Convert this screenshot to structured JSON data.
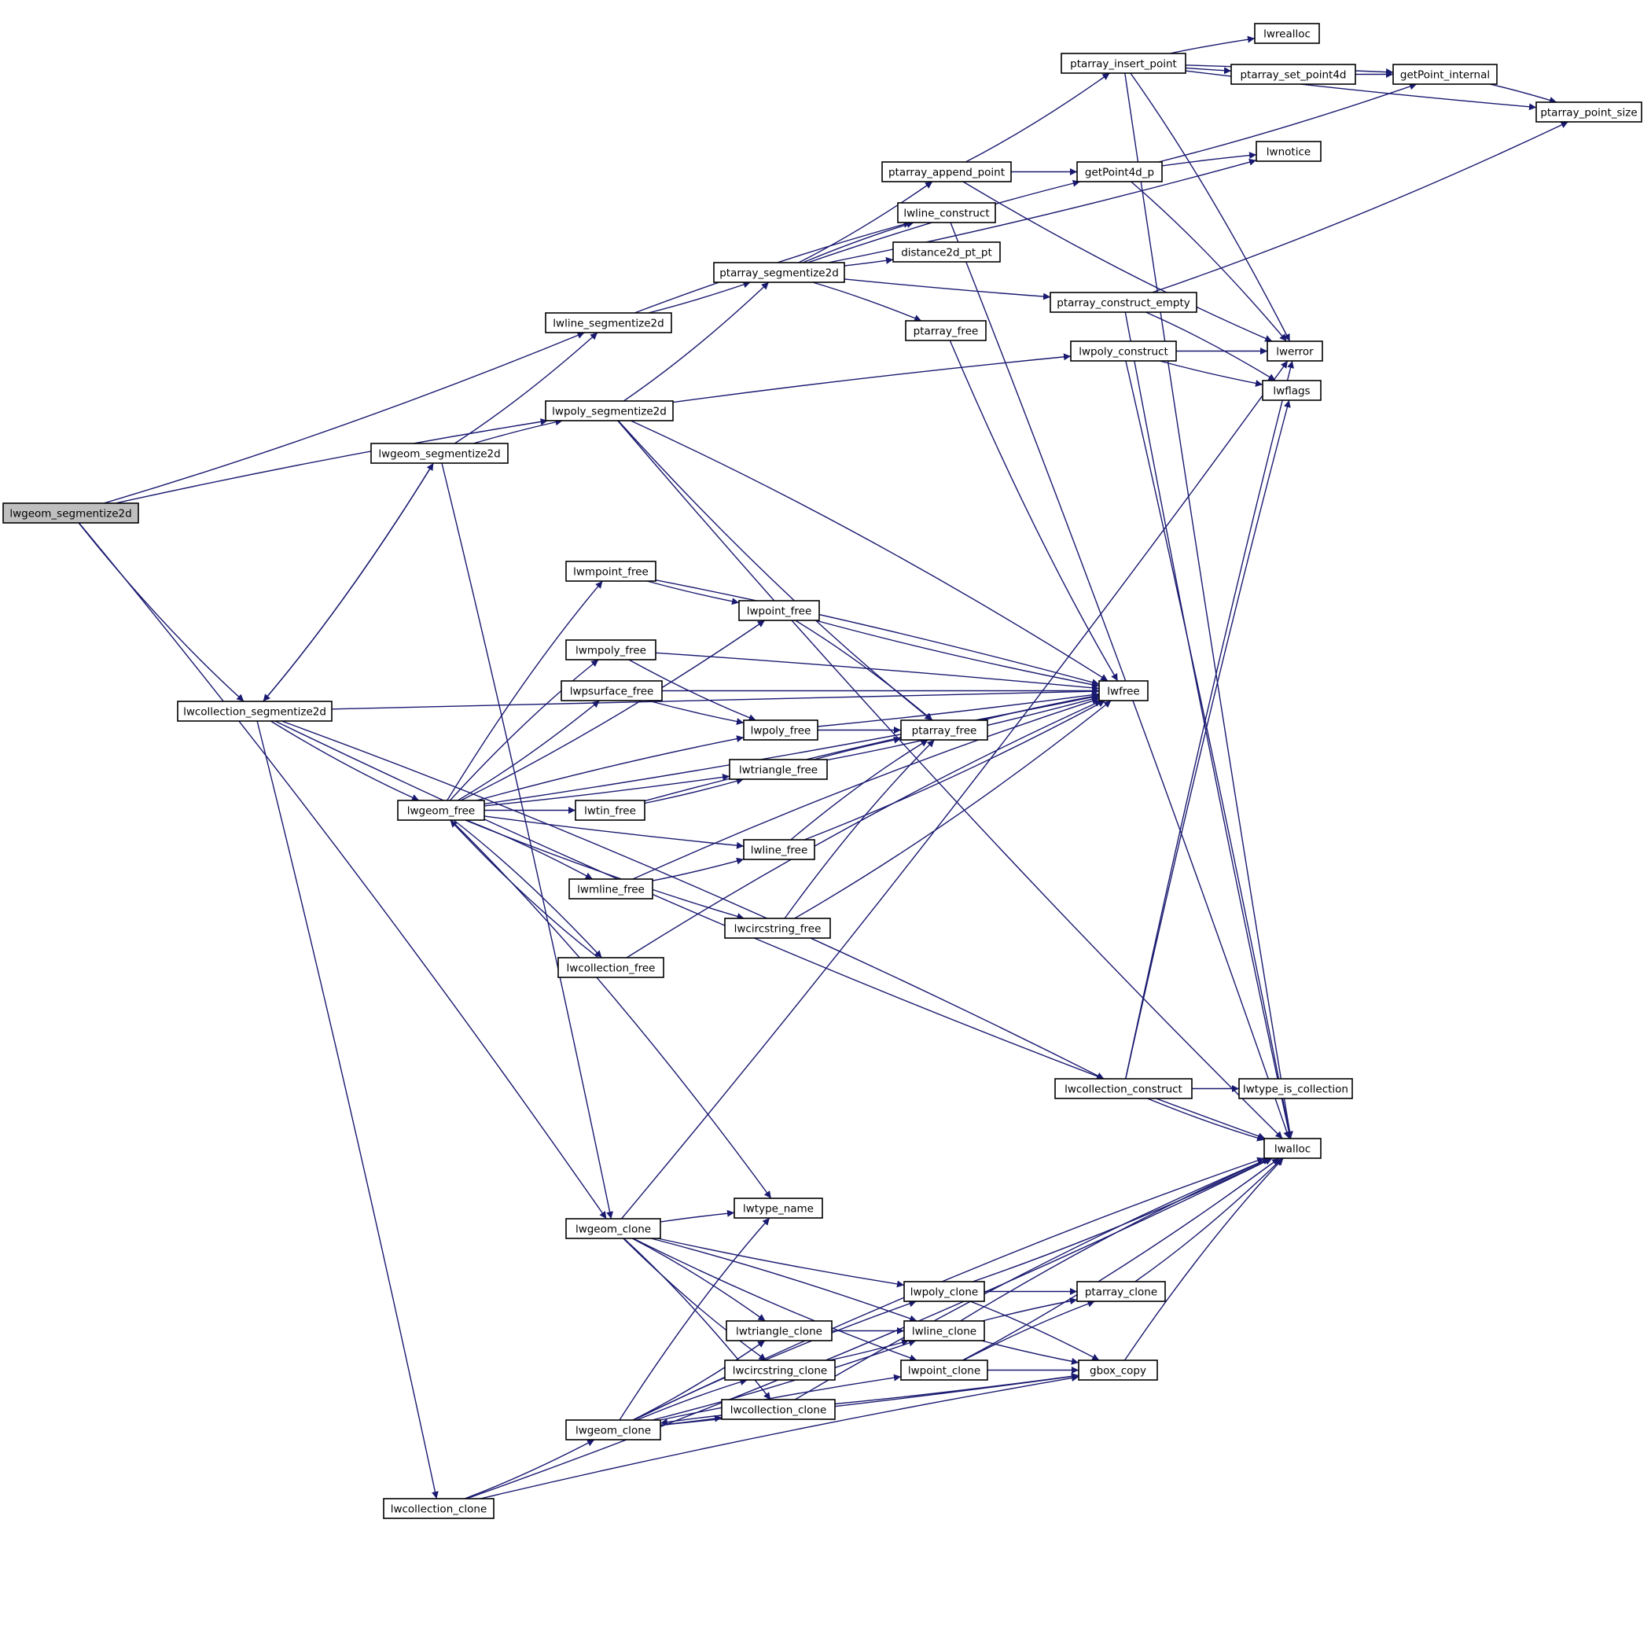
{
  "graph": {
    "title": "",
    "root": "lwgeom_segmentize2d",
    "edge_color": "#191970",
    "root_fill": "#bfbfbf",
    "nodes": [
      {
        "id": "n0",
        "label": "lwgeom_segmentize2d",
        "root": true
      },
      {
        "id": "n1",
        "label": "lwcollection_segmentize2d"
      },
      {
        "id": "n2",
        "label": "lwgeom_segmentize2d"
      },
      {
        "id": "n3",
        "label": "lwline_segmentize2d"
      },
      {
        "id": "n4",
        "label": "lwpoly_segmentize2d"
      },
      {
        "id": "n5",
        "label": "lwgeom_free"
      },
      {
        "id": "n6",
        "label": "lwcollection_clone"
      },
      {
        "id": "n7",
        "label": "lwgeom_clone"
      },
      {
        "id": "n8",
        "label": "lwgeom_clone"
      },
      {
        "id": "n9",
        "label": "lwmpoint_free"
      },
      {
        "id": "n10",
        "label": "lwmpoly_free"
      },
      {
        "id": "n11",
        "label": "lwpsurface_free"
      },
      {
        "id": "n12",
        "label": "lwtin_free"
      },
      {
        "id": "n13",
        "label": "lwmline_free"
      },
      {
        "id": "n14",
        "label": "lwcollection_free"
      },
      {
        "id": "n15",
        "label": "ptarray_segmentize2d"
      },
      {
        "id": "n16",
        "label": "lwpoint_free"
      },
      {
        "id": "n17",
        "label": "lwpoly_free"
      },
      {
        "id": "n18",
        "label": "lwtriangle_free"
      },
      {
        "id": "n19",
        "label": "lwline_free"
      },
      {
        "id": "n20",
        "label": "lwcircstring_free"
      },
      {
        "id": "n21",
        "label": "lwtype_name"
      },
      {
        "id": "n22",
        "label": "lwtriangle_clone"
      },
      {
        "id": "n23",
        "label": "lwcircstring_clone"
      },
      {
        "id": "n24",
        "label": "lwcollection_clone"
      },
      {
        "id": "n25",
        "label": "ptarray_append_point"
      },
      {
        "id": "n26",
        "label": "lwline_construct"
      },
      {
        "id": "n27",
        "label": "distance2d_pt_pt"
      },
      {
        "id": "n28",
        "label": "ptarray_free"
      },
      {
        "id": "n29",
        "label": "ptarray_free"
      },
      {
        "id": "n30",
        "label": "lwpoly_clone"
      },
      {
        "id": "n31",
        "label": "lwline_clone"
      },
      {
        "id": "n32",
        "label": "lwpoint_clone"
      },
      {
        "id": "n33",
        "label": "ptarray_insert_point"
      },
      {
        "id": "n34",
        "label": "getPoint4d_p"
      },
      {
        "id": "n35",
        "label": "ptarray_construct_empty"
      },
      {
        "id": "n36",
        "label": "lwpoly_construct"
      },
      {
        "id": "n37",
        "label": "lwfree"
      },
      {
        "id": "n38",
        "label": "lwcollection_construct"
      },
      {
        "id": "n39",
        "label": "ptarray_clone"
      },
      {
        "id": "n40",
        "label": "gbox_copy"
      },
      {
        "id": "n41",
        "label": "lwrealloc"
      },
      {
        "id": "n42",
        "label": "ptarray_set_point4d"
      },
      {
        "id": "n43",
        "label": "lwnotice"
      },
      {
        "id": "n44",
        "label": "lwerror"
      },
      {
        "id": "n45",
        "label": "lwflags"
      },
      {
        "id": "n46",
        "label": "lwtype_is_collection"
      },
      {
        "id": "n47",
        "label": "lwalloc"
      },
      {
        "id": "n48",
        "label": "getPoint_internal"
      },
      {
        "id": "n49",
        "label": "ptarray_point_size"
      }
    ],
    "edges": [
      [
        "n0",
        "n3"
      ],
      [
        "n0",
        "n4"
      ],
      [
        "n0",
        "n1"
      ],
      [
        "n0",
        "n7"
      ],
      [
        "n1",
        "n2"
      ],
      [
        "n1",
        "n37"
      ],
      [
        "n1",
        "n5"
      ],
      [
        "n1",
        "n38"
      ],
      [
        "n1",
        "n47"
      ],
      [
        "n1",
        "n6"
      ],
      [
        "n2",
        "n3"
      ],
      [
        "n2",
        "n4"
      ],
      [
        "n2",
        "n1"
      ],
      [
        "n2",
        "n7"
      ],
      [
        "n3",
        "n15"
      ],
      [
        "n3",
        "n26"
      ],
      [
        "n4",
        "n15"
      ],
      [
        "n4",
        "n36"
      ],
      [
        "n4",
        "n29"
      ],
      [
        "n4",
        "n37"
      ],
      [
        "n4",
        "n47"
      ],
      [
        "n5",
        "n9"
      ],
      [
        "n5",
        "n16"
      ],
      [
        "n5",
        "n10"
      ],
      [
        "n5",
        "n11"
      ],
      [
        "n5",
        "n17"
      ],
      [
        "n5",
        "n18"
      ],
      [
        "n5",
        "n12"
      ],
      [
        "n5",
        "n19"
      ],
      [
        "n5",
        "n13"
      ],
      [
        "n5",
        "n20"
      ],
      [
        "n5",
        "n14"
      ],
      [
        "n5",
        "n37"
      ],
      [
        "n5",
        "n21"
      ],
      [
        "n6",
        "n8"
      ],
      [
        "n6",
        "n40"
      ],
      [
        "n6",
        "n47"
      ],
      [
        "n7",
        "n21"
      ],
      [
        "n7",
        "n30"
      ],
      [
        "n7",
        "n31"
      ],
      [
        "n7",
        "n32"
      ],
      [
        "n7",
        "n22"
      ],
      [
        "n7",
        "n23"
      ],
      [
        "n7",
        "n24"
      ],
      [
        "n7",
        "n44"
      ],
      [
        "n8",
        "n21"
      ],
      [
        "n8",
        "n22"
      ],
      [
        "n8",
        "n23"
      ],
      [
        "n8",
        "n24"
      ],
      [
        "n8",
        "n30"
      ],
      [
        "n8",
        "n31"
      ],
      [
        "n8",
        "n32"
      ],
      [
        "n8",
        "n40"
      ],
      [
        "n8",
        "n47"
      ],
      [
        "n9",
        "n16"
      ],
      [
        "n9",
        "n37"
      ],
      [
        "n10",
        "n17"
      ],
      [
        "n10",
        "n37"
      ],
      [
        "n11",
        "n17"
      ],
      [
        "n11",
        "n37"
      ],
      [
        "n12",
        "n18"
      ],
      [
        "n12",
        "n37"
      ],
      [
        "n13",
        "n19"
      ],
      [
        "n13",
        "n37"
      ],
      [
        "n14",
        "n5"
      ],
      [
        "n14",
        "n37"
      ],
      [
        "n15",
        "n25"
      ],
      [
        "n15",
        "n26"
      ],
      [
        "n15",
        "n27"
      ],
      [
        "n15",
        "n28"
      ],
      [
        "n15",
        "n35"
      ],
      [
        "n15",
        "n34"
      ],
      [
        "n15",
        "n43"
      ],
      [
        "n16",
        "n29"
      ],
      [
        "n16",
        "n37"
      ],
      [
        "n17",
        "n29"
      ],
      [
        "n17",
        "n37"
      ],
      [
        "n18",
        "n29"
      ],
      [
        "n18",
        "n37"
      ],
      [
        "n19",
        "n29"
      ],
      [
        "n19",
        "n37"
      ],
      [
        "n20",
        "n29"
      ],
      [
        "n20",
        "n37"
      ],
      [
        "n22",
        "n31"
      ],
      [
        "n23",
        "n31"
      ],
      [
        "n24",
        "n8"
      ],
      [
        "n24",
        "n40"
      ],
      [
        "n24",
        "n47"
      ],
      [
        "n25",
        "n33"
      ],
      [
        "n25",
        "n34"
      ],
      [
        "n25",
        "n44"
      ],
      [
        "n26",
        "n47"
      ],
      [
        "n28",
        "n37"
      ],
      [
        "n29",
        "n37"
      ],
      [
        "n30",
        "n39"
      ],
      [
        "n30",
        "n40"
      ],
      [
        "n30",
        "n47"
      ],
      [
        "n31",
        "n39"
      ],
      [
        "n31",
        "n40"
      ],
      [
        "n31",
        "n47"
      ],
      [
        "n32",
        "n40"
      ],
      [
        "n32",
        "n39"
      ],
      [
        "n32",
        "n47"
      ],
      [
        "n33",
        "n41"
      ],
      [
        "n33",
        "n42"
      ],
      [
        "n33",
        "n48"
      ],
      [
        "n33",
        "n49"
      ],
      [
        "n33",
        "n44"
      ],
      [
        "n33",
        "n47"
      ],
      [
        "n34",
        "n43"
      ],
      [
        "n34",
        "n48"
      ],
      [
        "n34",
        "n44"
      ],
      [
        "n35",
        "n49"
      ],
      [
        "n35",
        "n45"
      ],
      [
        "n35",
        "n47"
      ],
      [
        "n36",
        "n44"
      ],
      [
        "n36",
        "n45"
      ],
      [
        "n36",
        "n47"
      ],
      [
        "n38",
        "n46"
      ],
      [
        "n38",
        "n44"
      ],
      [
        "n38",
        "n47"
      ],
      [
        "n38",
        "n45"
      ],
      [
        "n39",
        "n47"
      ],
      [
        "n40",
        "n47"
      ],
      [
        "n42",
        "n48"
      ],
      [
        "n48",
        "n49"
      ]
    ]
  }
}
